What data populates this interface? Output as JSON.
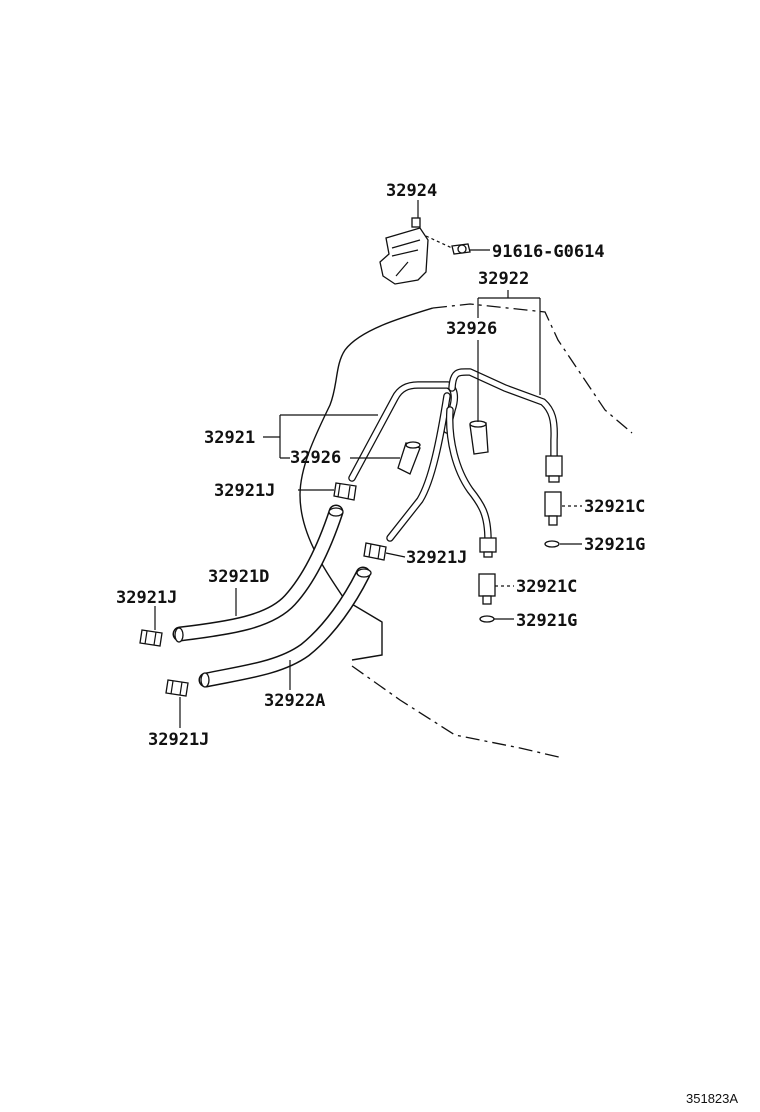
{
  "labels": {
    "bracket": "32924",
    "bolt": "91616-G0614",
    "pipe_assembly": "32922",
    "sleeve_upper": "32926",
    "tube": "32921",
    "sleeve_lower": "32926",
    "clamp_upper": "32921J",
    "union_right": "32921C",
    "gasket_right": "32921G",
    "clamp_mid": "32921J",
    "union_mid": "32921C",
    "gasket_mid": "32921G",
    "hose_d": "32921D",
    "clamp_left": "32921J",
    "hose_a": "32922A",
    "clamp_bottom": "32921J"
  },
  "reference_code": "351823A"
}
